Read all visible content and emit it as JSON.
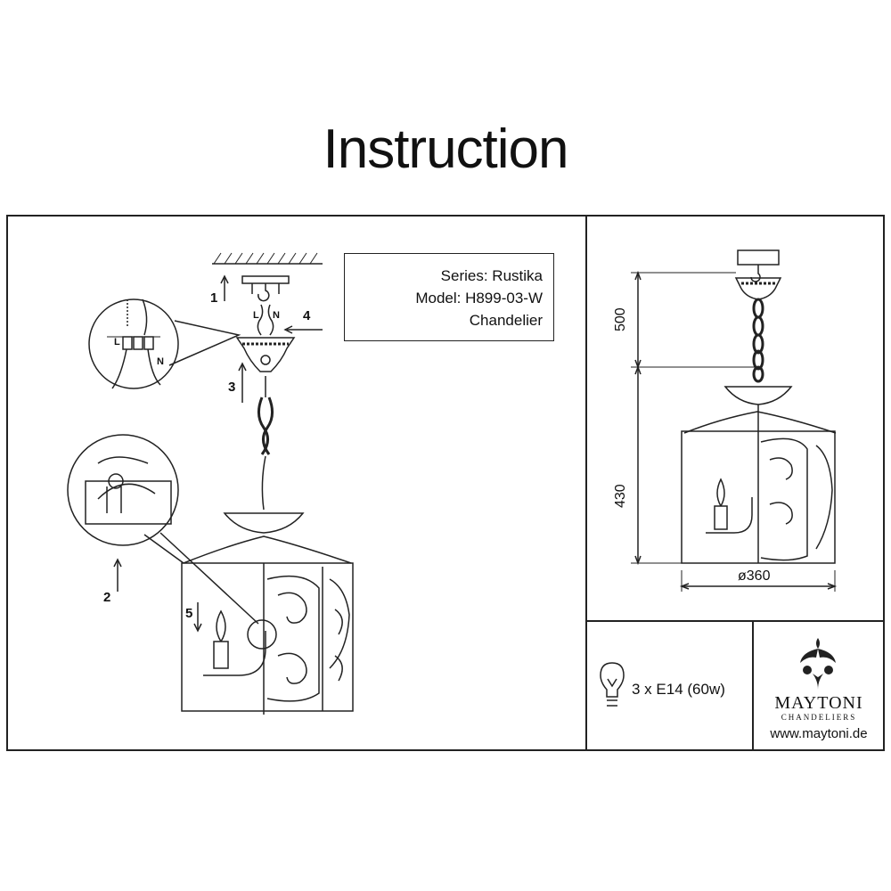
{
  "title": "Instruction",
  "info": {
    "series": "Series: Rustika",
    "model": "Model: H899-03-W",
    "type": "Chandelier"
  },
  "steps": [
    "1",
    "2",
    "3",
    "4",
    "5"
  ],
  "wires": {
    "live": "L",
    "neutral": "N"
  },
  "dimensions": {
    "chain_height": "500",
    "body_height": "430",
    "diameter": "ø360"
  },
  "spec": "3 x E14 (60w)",
  "brand": {
    "name": "MAYTONI",
    "tagline": "CHANDELIERS",
    "url": "www.maytoni.de"
  },
  "icons": {
    "bulb": "bulb-icon",
    "logo": "maytoni-fleur-logo-icon"
  }
}
